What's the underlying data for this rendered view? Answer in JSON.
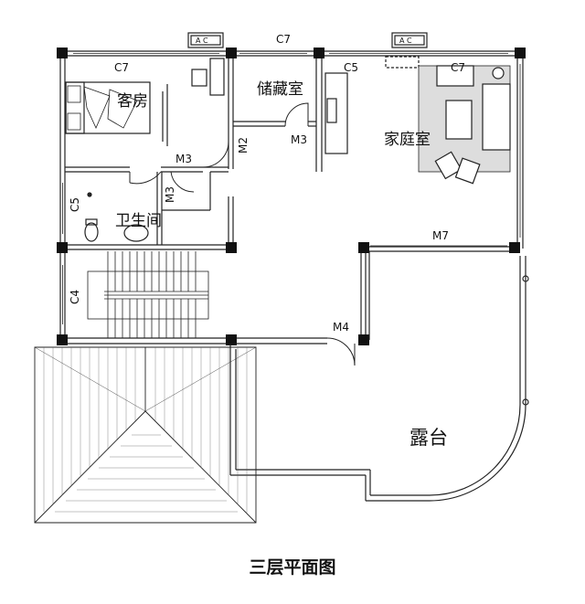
{
  "caption": "三层平面图",
  "rooms": {
    "guest_room": "客房",
    "storage": "储藏室",
    "family_room": "家庭室",
    "bathroom": "卫生间",
    "terrace": "露台"
  },
  "windows": {
    "top_left": "C7",
    "top_center": "C7",
    "top_right": "C7",
    "storage": "C5",
    "bath_side": "C5",
    "stair_side": "C4"
  },
  "doors": {
    "bath_door": "M3",
    "bath_inner": "M3",
    "corridor": "M2",
    "storage_door": "M3",
    "terrace_door": "M4",
    "family_sliding": "M7"
  },
  "ac_units": {
    "left": "A C",
    "right": "A C"
  }
}
